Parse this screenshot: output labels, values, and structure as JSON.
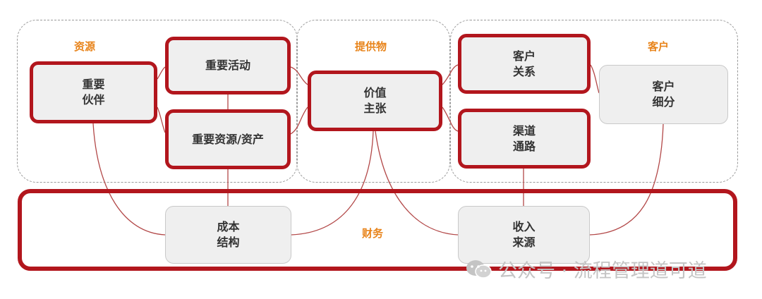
{
  "groups": {
    "resources": "资源",
    "offer": "提供物",
    "customer": "客户",
    "finance": "财务"
  },
  "blocks": {
    "key_partners": "重要\n伙伴",
    "key_activities": "重要活动",
    "key_resources": "重要资源/资产",
    "value_proposition": "价值\n主张",
    "customer_relationships": "客户\n关系",
    "channels": "渠道\n通路",
    "customer_segments": "客户\n细分",
    "cost_structure": "成本\n结构",
    "revenue_streams": "收入\n来源"
  },
  "watermark": {
    "icon": "wechat-icon",
    "text": "公众号 · 流程管理道可道"
  },
  "colors": {
    "highlight_border": "#b2161d",
    "group_label": "#e8841b",
    "box_fill": "#efefef",
    "dashed_border": "#9a9a9a"
  }
}
